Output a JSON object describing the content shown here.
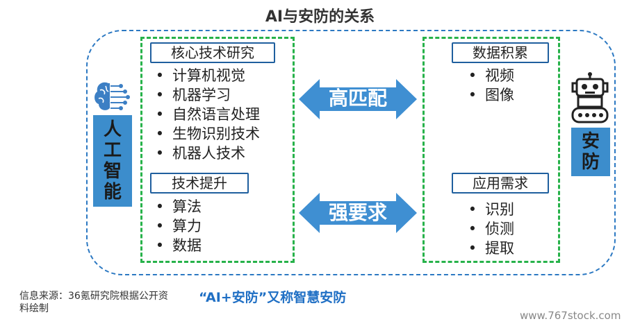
{
  "title": "AI与安防的关系",
  "left": {
    "vertical_label": [
      "人",
      "工",
      "智",
      "能"
    ],
    "core": {
      "label": "核心技术研究",
      "items": [
        "计算机视觉",
        "机器学习",
        "自然语言处理",
        "生物识别技术",
        "机器人技术"
      ]
    },
    "improve": {
      "label": "技术提升",
      "items": [
        "算法",
        "算力",
        "数据"
      ]
    }
  },
  "right": {
    "vertical_label": [
      "安",
      "防"
    ],
    "data": {
      "label": "数据积累",
      "items": [
        "视频",
        "图像"
      ]
    },
    "app": {
      "label": "应用需求",
      "items": [
        "识别",
        "侦测",
        "提取"
      ]
    }
  },
  "arrows": {
    "top": "高匹配",
    "bottom": "强要求"
  },
  "bullet": "•",
  "footer": {
    "source": "信息来源：36氪研究院根据公开资料绘制",
    "main": "“AI+安防”又称智慧安防",
    "watermark": "www.767stock.com"
  },
  "colors": {
    "accent": "#2b78c2",
    "green": "#27b24a",
    "bar": "#3c8dcc"
  },
  "icons": {
    "ai": "brain-circuit-icon",
    "security": "robot-icon"
  }
}
